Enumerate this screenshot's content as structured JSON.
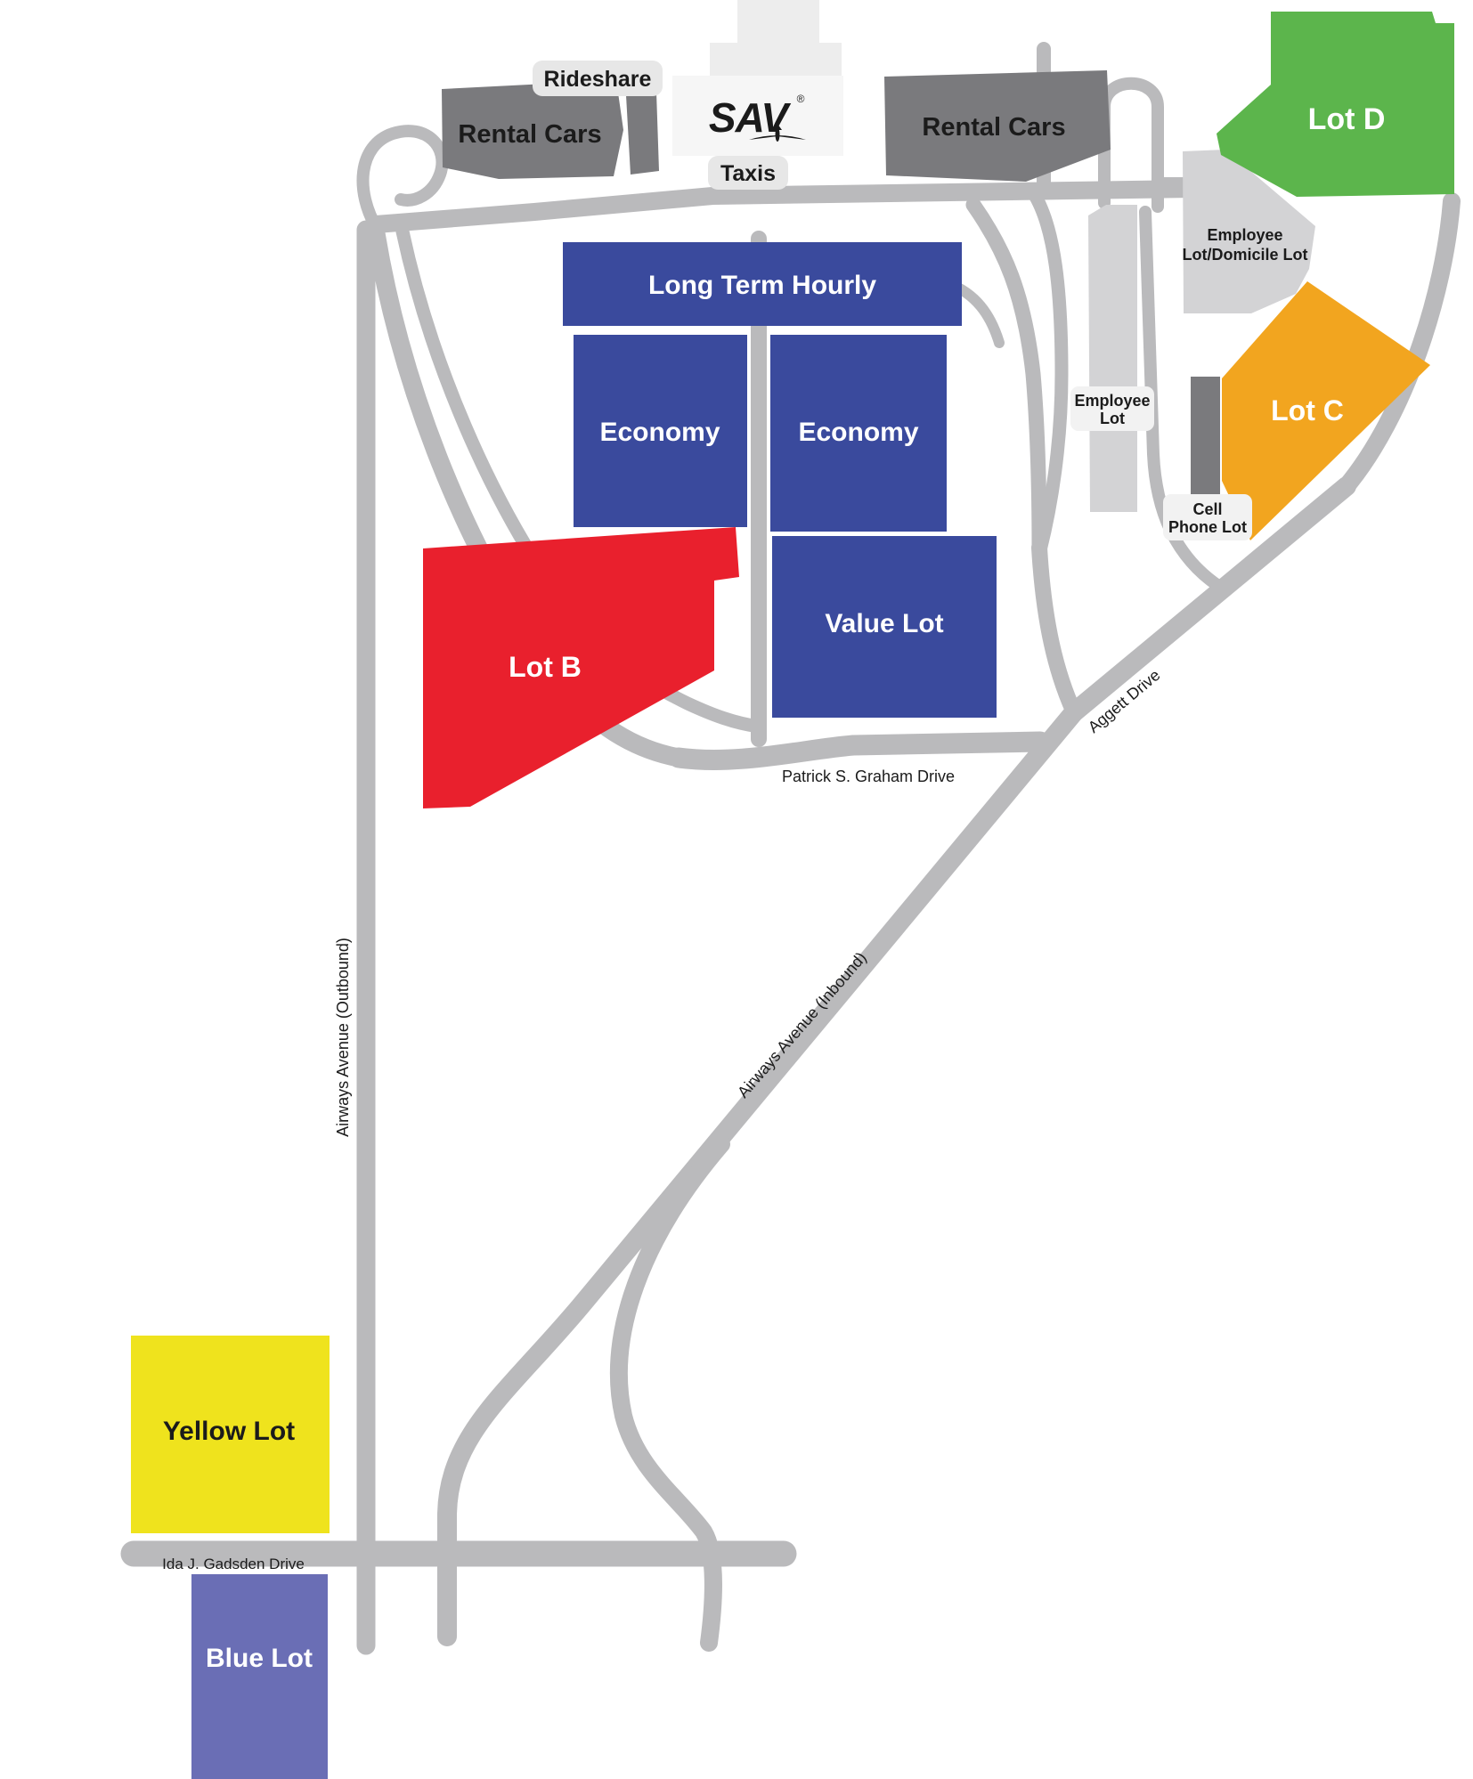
{
  "map": {
    "terminal": {
      "logo": "SAV",
      "registered_mark": "®"
    },
    "transport_labels": {
      "rideshare": "Rideshare",
      "taxis": "Taxis",
      "rental_cars_west": "Rental Cars",
      "rental_cars_east": "Rental Cars"
    },
    "lots": {
      "long_term_hourly": {
        "label": "Long Term Hourly"
      },
      "economy_west": {
        "label": "Economy"
      },
      "economy_east": {
        "label": "Economy"
      },
      "lot_b": {
        "label": "Lot B"
      },
      "value_lot": {
        "label": "Value Lot"
      },
      "lot_c": {
        "label": "Lot C"
      },
      "lot_d": {
        "label": "Lot D"
      },
      "employee_domicile": {
        "label_line1": "Employee",
        "label_line2": "Lot/Domicile Lot"
      },
      "employee": {
        "label_line1": "Employee",
        "label_line2": "Lot"
      },
      "cell_phone": {
        "label_line1": "Cell",
        "label_line2": "Phone Lot"
      },
      "yellow_lot": {
        "label": "Yellow Lot"
      },
      "blue_lot": {
        "label": "Blue Lot"
      }
    },
    "roads": {
      "patrick": "Patrick S. Graham Drive",
      "aggett": "Aggett Drive",
      "airways_outbound": "Airways Avenue (Outbound)",
      "airways_inbound": "Airways Avenue (Inbound)",
      "ida": "Ida J. Gadsden Drive"
    },
    "colors": {
      "background": "#FFFFFF",
      "road": "#BABABC",
      "lot_blue": "#3A4A9D",
      "lot_red": "#E9202D",
      "lot_green": "#5CB54C",
      "lot_orange": "#F2A51F",
      "lot_yellow": "#EFE31D",
      "lot_periwinkle": "#6A6EB5",
      "gray_light": "#D3D3D5",
      "gray_dark": "#7A7A7D",
      "terminal": "#EDEDED",
      "terminal_core": "#F6F6F6",
      "pill": "#E7E7E7",
      "pill_bright": "#F2F2F2",
      "text_dark": "#1B1B1B",
      "text_white": "#FFFFFF"
    }
  }
}
